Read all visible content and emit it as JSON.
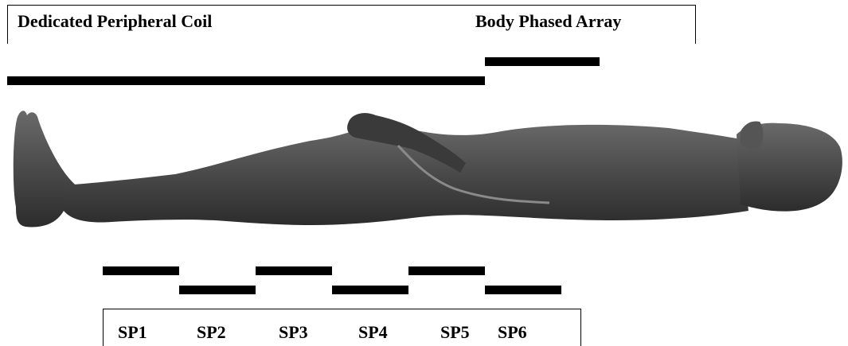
{
  "coil_label": "Dedicated Peripheral Coil",
  "array_label": "Body Phased Array",
  "stations": [
    {
      "label": "SP1"
    },
    {
      "label": "SP2"
    },
    {
      "label": "SP3"
    },
    {
      "label": "SP4"
    },
    {
      "label": "SP5"
    },
    {
      "label": "SP6"
    }
  ]
}
